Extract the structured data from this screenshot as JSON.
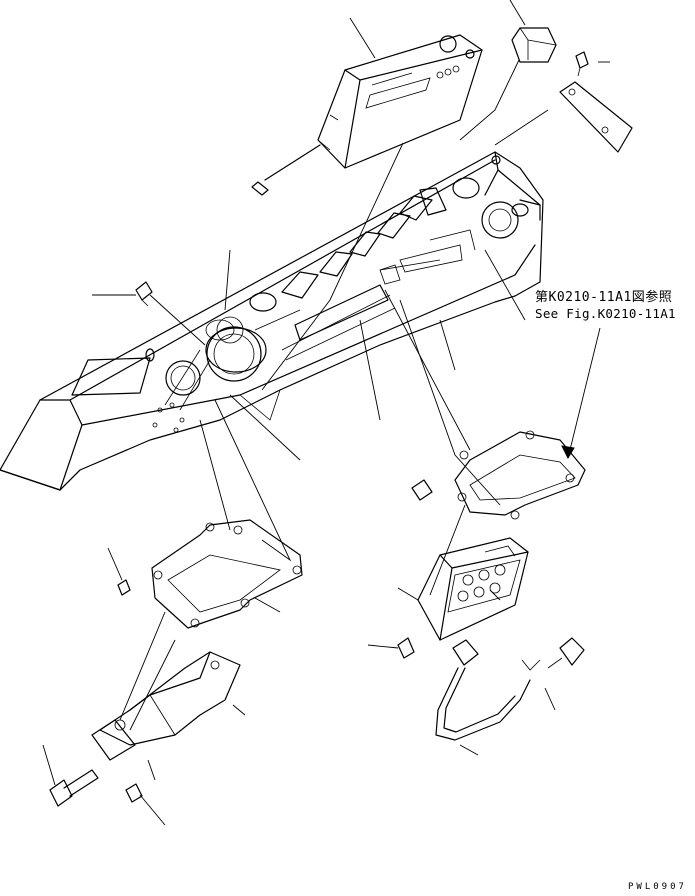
{
  "diagram": {
    "reference_japanese": "第K0210-11A1図参照",
    "reference_english": "See Fig.K0210-11A1",
    "drawing_code": "PWL0907"
  },
  "colors": {
    "line": "#000000",
    "background": "#ffffff"
  }
}
